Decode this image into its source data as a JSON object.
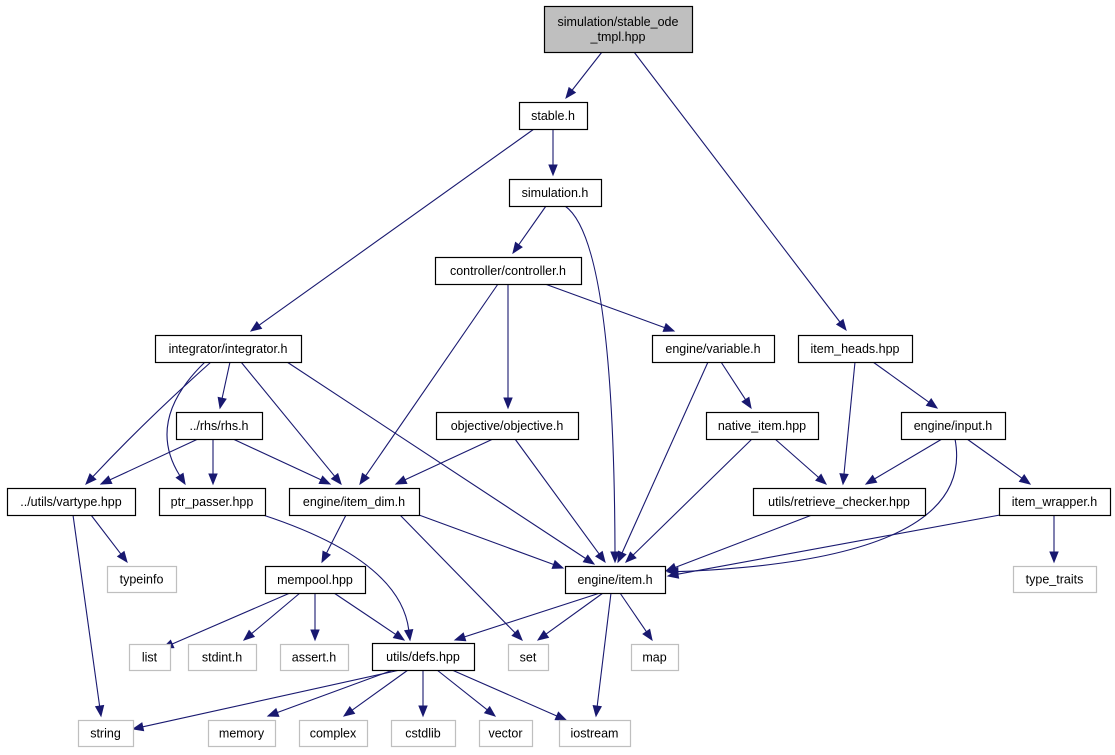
{
  "diagram": {
    "type": "include-dependency-graph",
    "colors": {
      "edge": "#191970",
      "root_fill": "#bfbfbf",
      "node_border": "#000000",
      "external_border": "#bfbfbf",
      "text": "#000000",
      "background": "#ffffff"
    },
    "nodes": [
      {
        "id": "root",
        "label": "simulation/stable_ode\n_tmpl.hpp",
        "kind": "root"
      },
      {
        "id": "stable",
        "label": "stable.h",
        "kind": "file"
      },
      {
        "id": "simulation",
        "label": "simulation.h",
        "kind": "file"
      },
      {
        "id": "controller",
        "label": "controller/controller.h",
        "kind": "file"
      },
      {
        "id": "integrator",
        "label": "integrator/integrator.h",
        "kind": "file"
      },
      {
        "id": "variable",
        "label": "engine/variable.h",
        "kind": "file"
      },
      {
        "id": "item_heads",
        "label": "item_heads.hpp",
        "kind": "file"
      },
      {
        "id": "rhs",
        "label": "../rhs/rhs.h",
        "kind": "file"
      },
      {
        "id": "objective",
        "label": "objective/objective.h",
        "kind": "file"
      },
      {
        "id": "native_item",
        "label": "native_item.hpp",
        "kind": "file"
      },
      {
        "id": "input",
        "label": "engine/input.h",
        "kind": "file"
      },
      {
        "id": "vartype",
        "label": "../utils/vartype.hpp",
        "kind": "file"
      },
      {
        "id": "ptr_passer",
        "label": "ptr_passer.hpp",
        "kind": "file"
      },
      {
        "id": "item_dim",
        "label": "engine/item_dim.h",
        "kind": "file"
      },
      {
        "id": "retrieve_checker",
        "label": "utils/retrieve_checker.hpp",
        "kind": "file"
      },
      {
        "id": "item_wrapper",
        "label": "item_wrapper.h",
        "kind": "file"
      },
      {
        "id": "typeinfo",
        "label": "typeinfo",
        "kind": "external"
      },
      {
        "id": "mempool",
        "label": "mempool.hpp",
        "kind": "file"
      },
      {
        "id": "item",
        "label": "engine/item.h",
        "kind": "file"
      },
      {
        "id": "type_traits",
        "label": "type_traits",
        "kind": "external"
      },
      {
        "id": "list",
        "label": "list",
        "kind": "external"
      },
      {
        "id": "stdint",
        "label": "stdint.h",
        "kind": "external"
      },
      {
        "id": "assert",
        "label": "assert.h",
        "kind": "external"
      },
      {
        "id": "defs",
        "label": "utils/defs.hpp",
        "kind": "file"
      },
      {
        "id": "set",
        "label": "set",
        "kind": "external"
      },
      {
        "id": "map",
        "label": "map",
        "kind": "external"
      },
      {
        "id": "string",
        "label": "string",
        "kind": "external"
      },
      {
        "id": "memory",
        "label": "memory",
        "kind": "external"
      },
      {
        "id": "complex",
        "label": "complex",
        "kind": "external"
      },
      {
        "id": "cstdlib",
        "label": "cstdlib",
        "kind": "external"
      },
      {
        "id": "vector",
        "label": "vector",
        "kind": "external"
      },
      {
        "id": "iostream",
        "label": "iostream",
        "kind": "external"
      }
    ],
    "edges": [
      {
        "from": "root",
        "to": "stable"
      },
      {
        "from": "root",
        "to": "item_heads"
      },
      {
        "from": "stable",
        "to": "simulation"
      },
      {
        "from": "stable",
        "to": "integrator"
      },
      {
        "from": "simulation",
        "to": "controller"
      },
      {
        "from": "simulation",
        "to": "item"
      },
      {
        "from": "controller",
        "to": "variable"
      },
      {
        "from": "controller",
        "to": "objective"
      },
      {
        "from": "controller",
        "to": "item_dim"
      },
      {
        "from": "integrator",
        "to": "rhs"
      },
      {
        "from": "integrator",
        "to": "vartype"
      },
      {
        "from": "integrator",
        "to": "ptr_passer"
      },
      {
        "from": "integrator",
        "to": "item_dim"
      },
      {
        "from": "integrator",
        "to": "item"
      },
      {
        "from": "variable",
        "to": "native_item"
      },
      {
        "from": "variable",
        "to": "item"
      },
      {
        "from": "item_heads",
        "to": "retrieve_checker"
      },
      {
        "from": "item_heads",
        "to": "input"
      },
      {
        "from": "rhs",
        "to": "vartype"
      },
      {
        "from": "rhs",
        "to": "ptr_passer"
      },
      {
        "from": "rhs",
        "to": "item_dim"
      },
      {
        "from": "objective",
        "to": "item_dim"
      },
      {
        "from": "objective",
        "to": "item"
      },
      {
        "from": "native_item",
        "to": "retrieve_checker"
      },
      {
        "from": "native_item",
        "to": "item"
      },
      {
        "from": "input",
        "to": "retrieve_checker"
      },
      {
        "from": "input",
        "to": "item_wrapper"
      },
      {
        "from": "input",
        "to": "item"
      },
      {
        "from": "vartype",
        "to": "typeinfo"
      },
      {
        "from": "vartype",
        "to": "string"
      },
      {
        "from": "ptr_passer",
        "to": "defs"
      },
      {
        "from": "item_dim",
        "to": "mempool"
      },
      {
        "from": "item_dim",
        "to": "item"
      },
      {
        "from": "item_dim",
        "to": "set"
      },
      {
        "from": "retrieve_checker",
        "to": "item"
      },
      {
        "from": "item_wrapper",
        "to": "item"
      },
      {
        "from": "item_wrapper",
        "to": "type_traits"
      },
      {
        "from": "mempool",
        "to": "list"
      },
      {
        "from": "mempool",
        "to": "stdint"
      },
      {
        "from": "mempool",
        "to": "assert"
      },
      {
        "from": "mempool",
        "to": "defs"
      },
      {
        "from": "item",
        "to": "defs"
      },
      {
        "from": "item",
        "to": "set"
      },
      {
        "from": "item",
        "to": "map"
      },
      {
        "from": "item",
        "to": "iostream"
      },
      {
        "from": "defs",
        "to": "string"
      },
      {
        "from": "defs",
        "to": "memory"
      },
      {
        "from": "defs",
        "to": "complex"
      },
      {
        "from": "defs",
        "to": "cstdlib"
      },
      {
        "from": "defs",
        "to": "vector"
      },
      {
        "from": "defs",
        "to": "iostream"
      }
    ]
  }
}
